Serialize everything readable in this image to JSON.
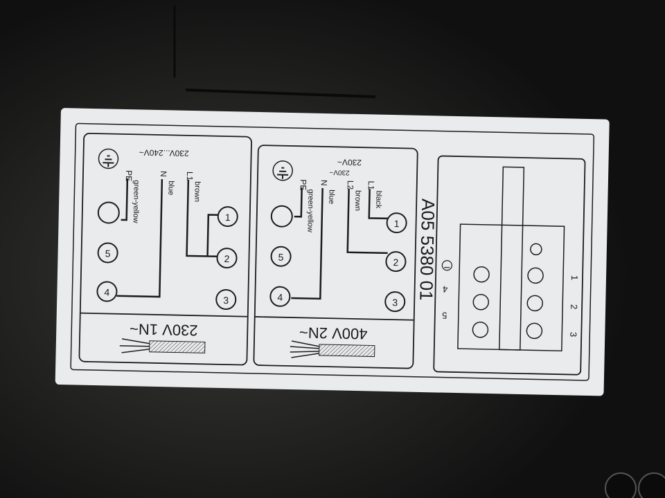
{
  "label": {
    "part_number": "A05 5380 01",
    "colors": {
      "label_bg": "#e9ebec",
      "ink": "#1c1c1c",
      "surface": "#1a1a1a"
    }
  },
  "panel_400v": {
    "supply": "400V 2N~",
    "voltage_outer": "230V~",
    "voltage_inner": "230V~",
    "conductors": [
      {
        "id": "L1",
        "color": "black"
      },
      {
        "id": "L2",
        "color": "brown"
      },
      {
        "id": "N",
        "color": "blue"
      },
      {
        "id": "PE",
        "color": "green-yellow"
      }
    ],
    "terminals": [
      "1",
      "2",
      "3",
      "4",
      "5"
    ],
    "earth_icon": "earth-ground-icon",
    "cable_icon": "cable-icon"
  },
  "panel_230v": {
    "supply": "230V 1N~",
    "voltage": "230V...240V~",
    "conductors": [
      {
        "id": "L1",
        "color": "brown"
      },
      {
        "id": "N",
        "color": "blue"
      },
      {
        "id": "PE",
        "color": "green-yellow"
      }
    ],
    "terminals": [
      "1",
      "2",
      "3",
      "4",
      "5"
    ],
    "earth_icon": "earth-ground-icon",
    "cable_icon": "cable-icon"
  },
  "terminal_block": {
    "labels": [
      "1",
      "2",
      "3",
      "4",
      "5"
    ],
    "earth_icon": "earth-ground-icon"
  }
}
